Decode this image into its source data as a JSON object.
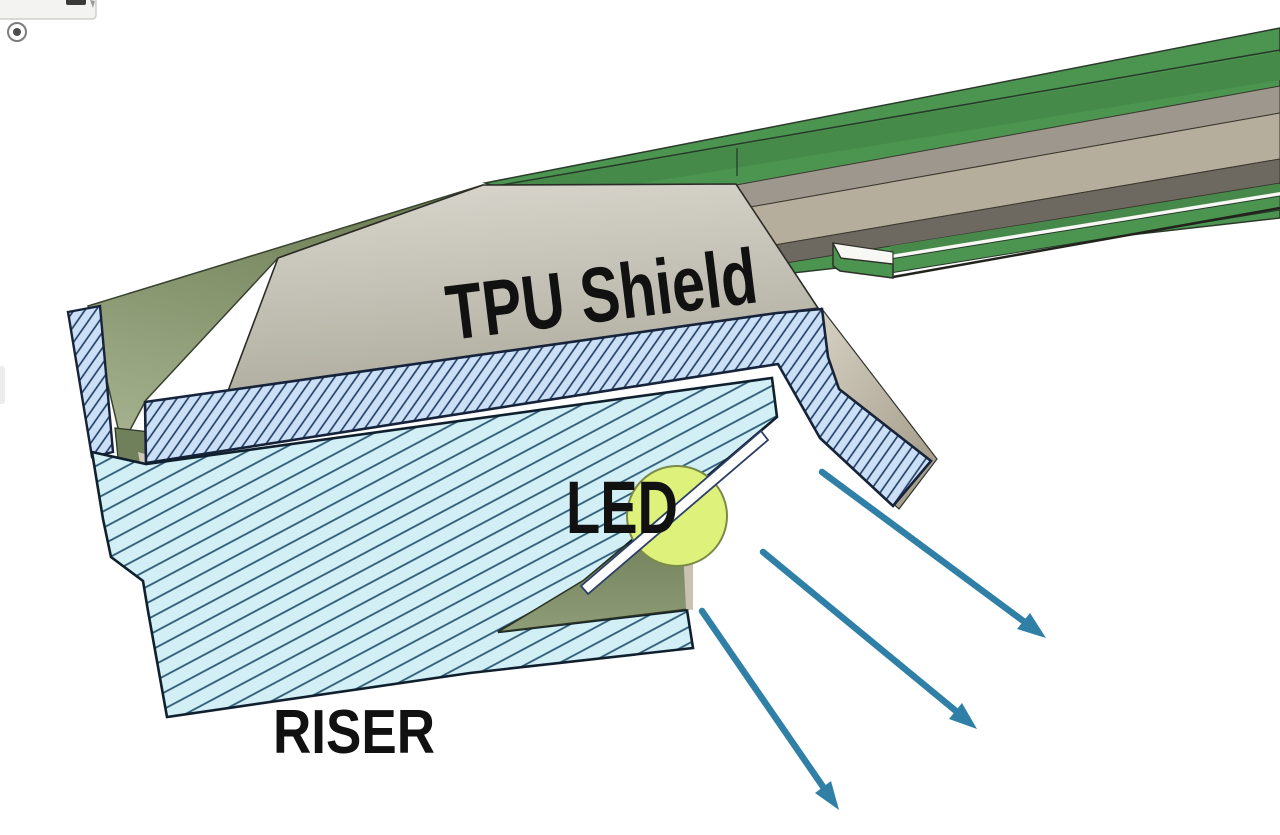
{
  "viewport": {
    "type": "cad-section-view",
    "background": "#ffffff",
    "description": "Cross-section of LED light bar edge: TPU shield over riser with angled LED emitting light outward"
  },
  "labels": {
    "shield": "TPU Shield",
    "led": "LED",
    "riser": "RISER"
  },
  "parts": [
    {
      "name": "tpu-shield",
      "label": "TPU Shield",
      "render": "blue section hatch + gray surface"
    },
    {
      "name": "riser",
      "label": "RISER",
      "render": "cyan section hatch"
    },
    {
      "name": "led",
      "label": "LED",
      "render": "yellow-green dome on white strip"
    },
    {
      "name": "pcb-channel",
      "label": "",
      "render": "green board with gray channel, upper right"
    }
  ],
  "colors": {
    "background": "#ffffff",
    "riser_hatch_fill": "#d2eff6",
    "riser_hatch_line": "#2d5b77",
    "shield_hatch_fill": "#cbe0f6",
    "shield_hatch_line": "#1d3a5f",
    "shield_surface_light": "#d8d6cc",
    "shield_surface_dark": "#b0ada0",
    "inner_face_green_dark": "#6e7f55",
    "inner_face_green_light": "#a5b18e",
    "notch_green": "#7e8e69",
    "pcb_green": "#4c9550",
    "pcb_green_dark": "#47894b",
    "channel_gray": "#9d978d",
    "channel_tan": "#b6ae9d",
    "channel_dark": "#6e6960",
    "led_fill": "#def17b",
    "led_outline": "#7a8a48",
    "strip_white": "#ffffff",
    "strip_outline": "#2b3f66",
    "arrow": "#2f7fa6",
    "label_text": "#111111",
    "outline_black": "#14141a"
  },
  "arrows": {
    "count": 3,
    "meaning": "LED light emission direction",
    "direction": "down-right"
  },
  "toolbar": {
    "icons": [
      {
        "name": "record-icon",
        "shape": "circle with inner dot"
      },
      {
        "name": "toolbar-fragment",
        "shape": "partial toolbar chip, clipped at top edge"
      }
    ]
  }
}
